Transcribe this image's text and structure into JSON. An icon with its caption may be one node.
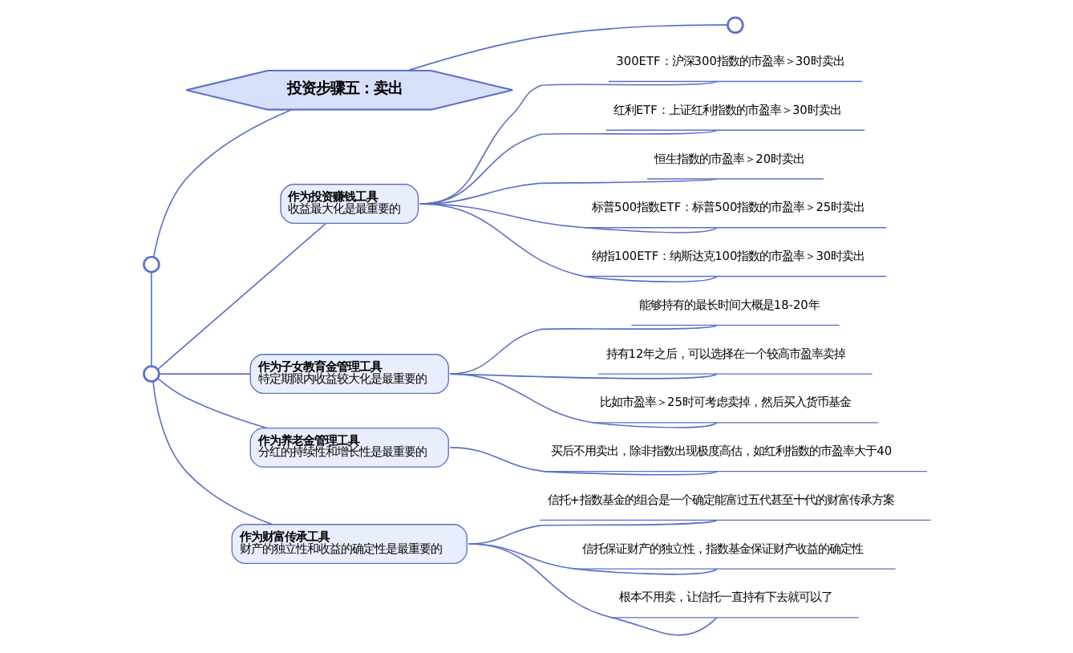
{
  "diagram": {
    "nodes": [
      {
        "text": [
          "投资步骤五：卖出"
        ]
      },
      {
        "text": [],
        "shape": "circle"
      },
      {
        "text": [],
        "shape": "circle"
      },
      {
        "text": [],
        "shape": "circle"
      },
      {
        "text": [
          "作为投资赚钱工具",
          "收益最大化是最重要的"
        ]
      },
      {
        "text": [
          "300ETF：沪深300指数的市盈率＞30时卖出"
        ]
      },
      {
        "text": [
          "红利ETF：上证红利指数的市盈率＞30时卖出"
        ]
      },
      {
        "text": [
          "恒生指数的市盈率＞20时卖出"
        ]
      },
      {
        "text": [
          "标普500指数ETF：标普500指数的市盈率＞25时卖出"
        ]
      },
      {
        "text": [
          "纳指100ETF：纳斯达克100指数的市盈率＞30时卖出"
        ]
      },
      {
        "text": [
          "作为子女教育金管理工具",
          "特定期限内收益较大化是最重要的"
        ]
      },
      {
        "text": [
          "能够持有的最长时间大概是18-20年"
        ]
      },
      {
        "text": [
          "持有12年之后，可以选择在一个较高市盈率卖掉"
        ]
      },
      {
        "text": [
          "比如市盈率＞25时可考虑卖掉，然后买入货币基金"
        ]
      },
      {
        "text": [
          "作为养老金管理工具",
          "分红的持续性和增长性是最重要的"
        ]
      },
      {
        "text": [
          "买后不用卖出，除非指数出现极度高估，如红利指数的市盈率大于40"
        ]
      },
      {
        "text": [
          "作为财富传承工具",
          "财产的独立性和收益的确定性是最重要的"
        ]
      },
      {
        "text": [
          "信托+指数基金的组合是一个确定能富过五代甚至十代的财富传承方案"
        ]
      },
      {
        "text": [
          "信托保证财产的独立性，指数基金保证财产收益的确定性"
        ]
      },
      {
        "text": [
          "根本不用卖，让信托一直持有下去就可以了"
        ]
      }
    ],
    "edges": [
      {
        "from": 1,
        "to": 0,
        "arrow": "none"
      },
      {
        "from": 0,
        "to": 2,
        "arrow": "none"
      },
      {
        "from": 1,
        "to": 3,
        "arrow": "none"
      },
      {
        "from": 3,
        "to": 4,
        "arrow": "none"
      },
      {
        "from": 4,
        "to": 5,
        "arrow": "none"
      },
      {
        "from": 4,
        "to": 6,
        "arrow": "none"
      },
      {
        "from": 4,
        "to": 7,
        "arrow": "none"
      },
      {
        "from": 4,
        "to": 8,
        "arrow": "none"
      },
      {
        "from": 4,
        "to": 9,
        "arrow": "none"
      },
      {
        "from": 3,
        "to": 10,
        "arrow": "none"
      },
      {
        "from": 10,
        "to": 11,
        "arrow": "none"
      },
      {
        "from": 10,
        "to": 12,
        "arrow": "none"
      },
      {
        "from": 10,
        "to": 13,
        "arrow": "none"
      },
      {
        "from": 3,
        "to": 14,
        "arrow": "none"
      },
      {
        "from": 14,
        "to": 15,
        "arrow": "none"
      },
      {
        "from": 3,
        "to": 16,
        "arrow": "none"
      },
      {
        "from": 16,
        "to": 17,
        "arrow": "none"
      },
      {
        "from": 16,
        "to": 18,
        "arrow": "none"
      },
      {
        "from": 16,
        "to": 19,
        "arrow": "none"
      }
    ]
  }
}
